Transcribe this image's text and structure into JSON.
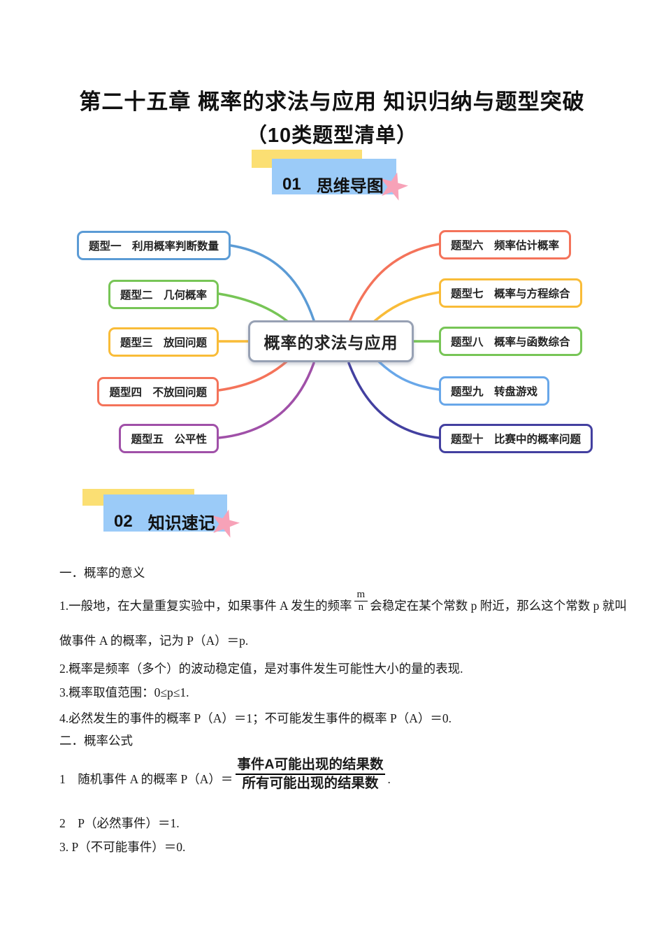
{
  "title": {
    "line1": "第二十五章 概率的求法与应用 知识归纳与题型突破",
    "line2": "（10类题型清单）"
  },
  "sections": [
    {
      "number": "01",
      "label": "思维导图"
    },
    {
      "number": "02",
      "label": "知识速记"
    }
  ],
  "colors": {
    "header_yellow": "#FBDF73",
    "header_blue": "#9BCBF8",
    "star_pink": "#F7A2B8"
  },
  "mindmap": {
    "center": {
      "label": "概率的求法与应用",
      "color": "#97A1B4"
    },
    "left_nodes": [
      {
        "label": "题型一　利用概率判断数量",
        "color": "#5B9BD5"
      },
      {
        "label": "题型二　几何概率",
        "color": "#77C556"
      },
      {
        "label": "题型三　放回问题",
        "color": "#F9BC38"
      },
      {
        "label": "题型四　不放回问题",
        "color": "#F4735A"
      },
      {
        "label": "题型五　公平性",
        "color": "#A050A8"
      }
    ],
    "right_nodes": [
      {
        "label": "题型六　频率估计概率",
        "color": "#F4735A"
      },
      {
        "label": "题型七　概率与方程综合",
        "color": "#F9BC38"
      },
      {
        "label": "题型八　概率与函数综合",
        "color": "#77C556"
      },
      {
        "label": "题型九　转盘游戏",
        "color": "#68A7E9"
      },
      {
        "label": "题型十　比赛中的概率问题",
        "color": "#4340A0"
      }
    ]
  },
  "content": {
    "heading1": "一．概率的意义",
    "p1_pre": "1.一般地，在大量重复实验中，如果事件 A 发生的频率",
    "frac1_num": "m",
    "frac1_den": "n",
    "p1_post": "会稳定在某个常数 p 附近，那么这个常数 p 就叫",
    "p1_line2": "做事件 A 的概率，记为 P（A）＝p.",
    "p2": "2.概率是频率（多个）的波动稳定值，是对事件发生可能性大小的量的表现.",
    "p3": "3.概率取值范围：0≤p≤1.",
    "p4": "4.必然发生的事件的概率 P（A）＝1；不可能发生事件的概率 P（A）＝0.",
    "heading2": "二．概率公式",
    "f1_pre": "1　随机事件 A 的概率 P（A）＝",
    "frac2_num": "事件A可能出现的结果数",
    "frac2_den": "所有可能出现的结果数",
    "f1_post": ".",
    "f2": "2　P（必然事件）＝1.",
    "f3": "3. P（不可能事件）＝0."
  }
}
